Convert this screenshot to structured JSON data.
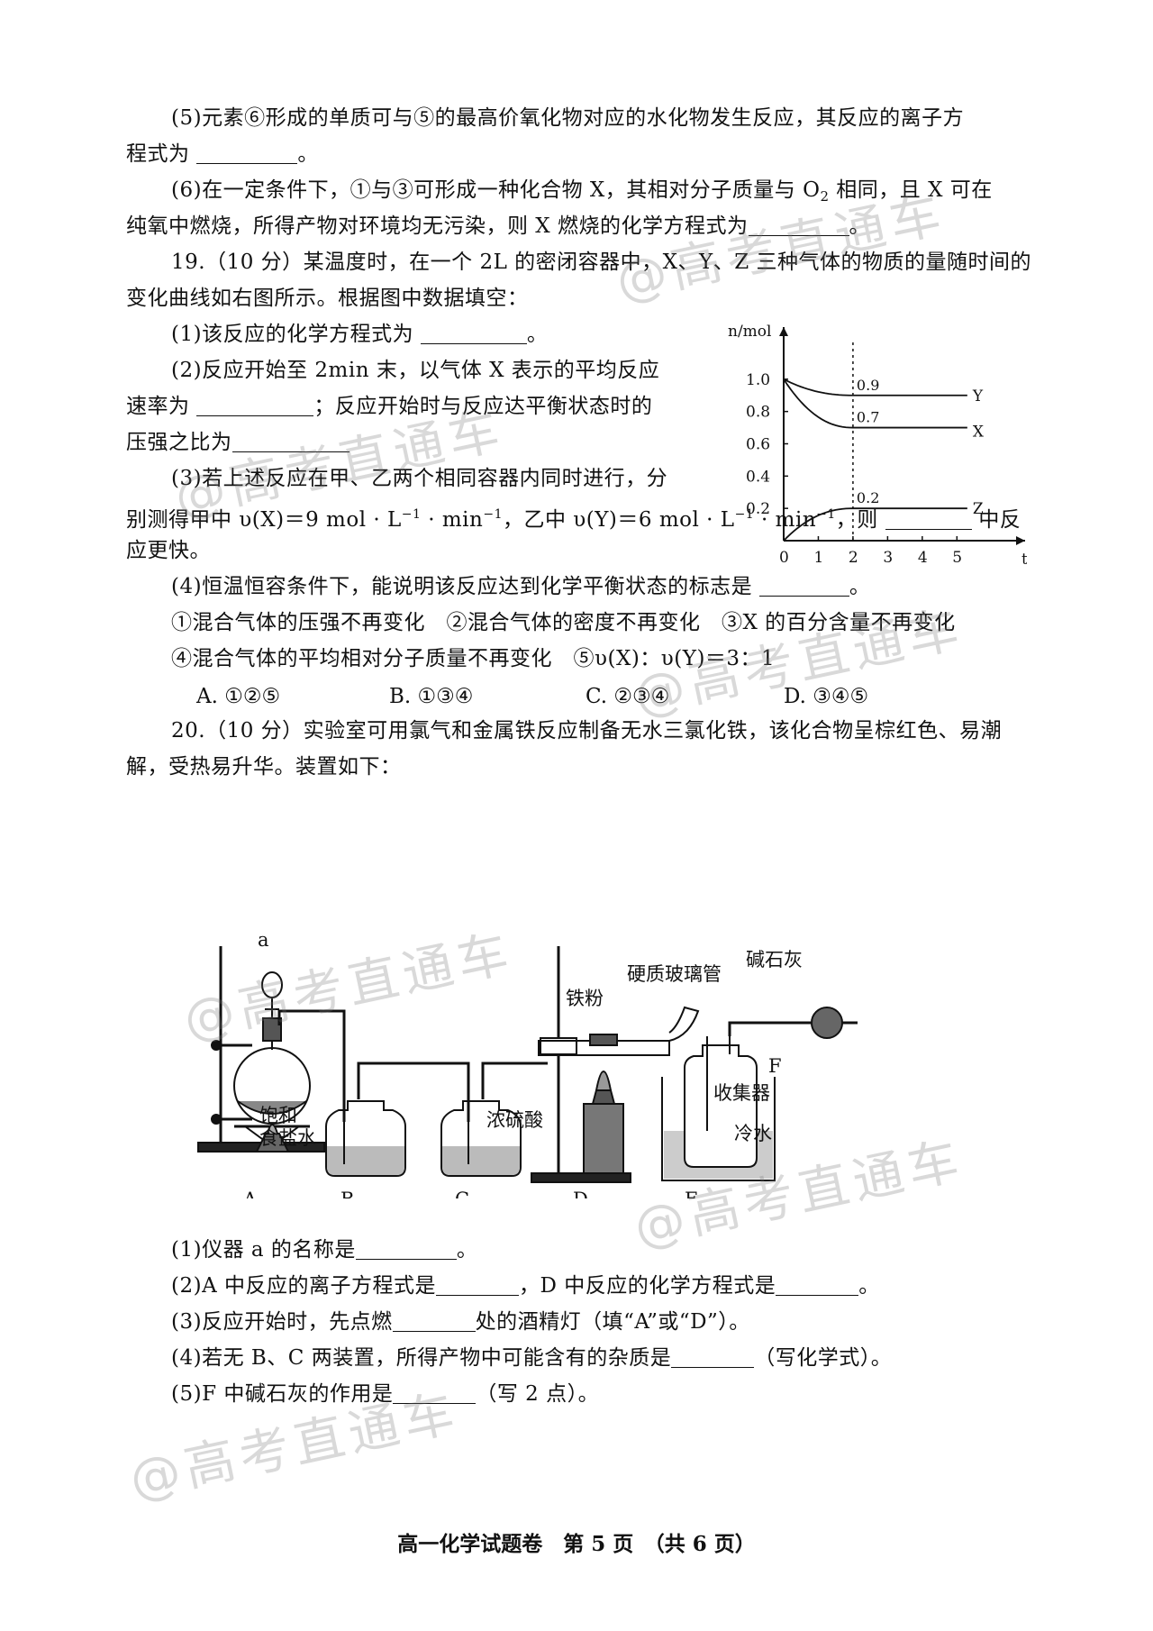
{
  "q18": {
    "p5_line1": "(5)元素⑥形成的单质可与⑤的最高价氧化物对应的水化物发生反应，其反应的离子方",
    "p5_line2": "程式为",
    "p6_line1_a": "(6)在一定条件下，①与③可形成一种化合物 X，其相对分子质量与 O",
    "p6_line1_sub": "2",
    "p6_line1_b": " 相同，且 X 可在",
    "p6_line2": "纯氧中燃烧，所得产物对环境均无污染，则 X 燃烧的化学方程式为"
  },
  "q19": {
    "intro1": "19.（10 分）某温度时，在一个 2L 的密闭容器中，X、Y、Z 三种气体的物质的量随时间的",
    "intro2": "变化曲线如右图所示。根据图中数据填空：",
    "p1": "(1)该反应的化学方程式为",
    "p2_line1": "(2)反应开始至 2min 末，以气体 X 表示的平均反应",
    "p2_line2_a": "速率为",
    "p2_line2_b": "；反应开始时与反应达平衡状态时的",
    "p2_line3": "压强之比为",
    "p3_line1": "(3)若上述反应在甲、乙两个相同容器内同时进行，分",
    "p3_line2_a": "别测得甲中 υ(X)＝9 mol · L",
    "p3_line2_b": " · min",
    "p3_line2_c": "，乙中 υ(Y)＝6 mol · L",
    "p3_line2_d": " · min",
    "p3_line2_e": "，则",
    "p3_line2_f": "中反",
    "p3_sup": "−1",
    "p3_line3": "应更快。",
    "p4": "(4)恒温恒容条件下，能说明该反应达到化学平衡状态的标志是",
    "cond_line1": "①混合气体的压强不再变化　②混合气体的密度不再变化　③X 的百分含量不再变化",
    "cond_line2": "④混合气体的平均相对分子质量不再变化　⑤υ(X)：υ(Y)＝3：1",
    "options": [
      "A. ①②⑤",
      "B. ①③④",
      "C. ②③④",
      "D. ③④⑤"
    ]
  },
  "chart_data": {
    "type": "line",
    "xlabel": "t/min",
    "ylabel": "n/mol",
    "x_ticks": [
      0,
      1,
      2,
      3,
      4,
      5
    ],
    "y_ticks": [
      0.2,
      0.4,
      0.6,
      0.8,
      1.0
    ],
    "y_tick_labels": [
      "0.2",
      "0.4",
      "0.6",
      "0.8",
      "1.0"
    ],
    "xlim": [
      0,
      6.5
    ],
    "ylim": [
      0,
      1.2
    ],
    "equilibrium_time": 2,
    "series": [
      {
        "name": "Y",
        "start": 1.0,
        "end": 0.9,
        "label": "0.9"
      },
      {
        "name": "X",
        "start": 1.0,
        "end": 0.7,
        "label": "0.7"
      },
      {
        "name": "Z",
        "start": 0.0,
        "end": 0.2,
        "label": "0.2"
      }
    ]
  },
  "q20": {
    "intro1": "20.（10 分）实验室可用氯气和金属铁反应制备无水三氯化铁，该化合物呈棕红色、易潮",
    "intro2": "解，受热易升华。装置如下：",
    "labels": {
      "a": "a",
      "brine": "饱和",
      "brine2": "食盐水",
      "acid": "浓硫酸",
      "iron": "铁粉",
      "tube": "硬质玻璃管",
      "lime": "碱石灰",
      "collector": "收集器",
      "water": "冷水",
      "F": "F",
      "A": "A",
      "B": "B",
      "C": "C",
      "D": "D",
      "E": "E"
    },
    "p1": "(1)仪器 a 的名称是",
    "p2_a": "(2)A 中反应的离子方程式是",
    "p2_b": "，D 中反应的化学方程式是",
    "p3_a": "(3)反应开始时，先点燃",
    "p3_b": "处的酒精灯（填“A”或“D”）。",
    "p4_a": "(4)若无 B、C 两装置，所得产物中可能含有的杂质是",
    "p4_b": "（写化学式）。",
    "p5_a": "(5)F 中碱石灰的作用是",
    "p5_b": "（写 2 点）。"
  },
  "punct": {
    "period": "。"
  },
  "watermark": "@高考直通车",
  "footer": "高一化学试题卷　第 5 页　（共 6 页）"
}
